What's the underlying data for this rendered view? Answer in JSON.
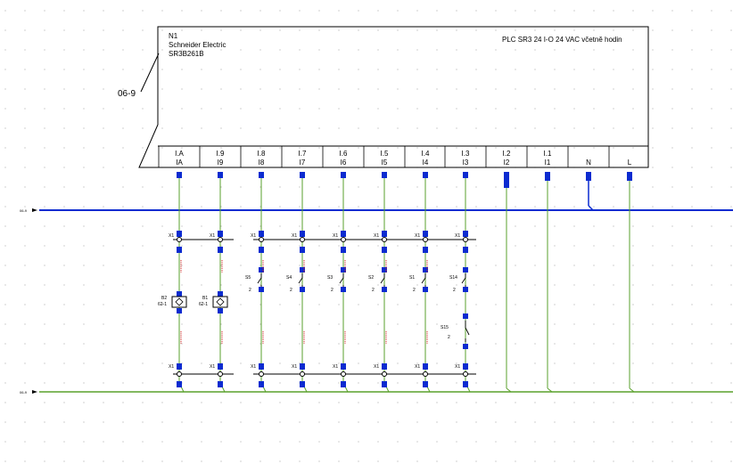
{
  "plc": {
    "ref": "N1",
    "maker": "Schneider Electric",
    "model": "SR3B261B",
    "desc": "PLC SR3 24 I-O 24 VAC  včetně hodin",
    "page_ref": "06-9"
  },
  "rails": {
    "top_label": "06-9",
    "bottom_label": "06-9"
  },
  "terminals": [
    {
      "top": "I.A",
      "bottom": "IA"
    },
    {
      "top": "I.9",
      "bottom": "I9"
    },
    {
      "top": "I.8",
      "bottom": "I8"
    },
    {
      "top": "I.7",
      "bottom": "I7"
    },
    {
      "top": "I.6",
      "bottom": "I6"
    },
    {
      "top": "I.5",
      "bottom": "I5"
    },
    {
      "top": "I.4",
      "bottom": "I4"
    },
    {
      "top": "I.3",
      "bottom": "I3"
    },
    {
      "top": "I.2",
      "bottom": "I2"
    },
    {
      "top": "I.1",
      "bottom": "I1"
    },
    {
      "top": "",
      "bottom": "N"
    },
    {
      "top": "",
      "bottom": "L"
    }
  ],
  "top_terminal_tags": [
    "X1",
    "X1",
    "X1",
    "X1",
    "X1",
    "X1",
    "X1",
    "X1"
  ],
  "bottom_terminal_tags": [
    "X1",
    "X1",
    "X1",
    "X1",
    "X1",
    "X1",
    "X1",
    "X1"
  ],
  "sensors": [
    {
      "ref": "B2",
      "sub": "62-1"
    },
    {
      "ref": "B1",
      "sub": "62-1"
    }
  ],
  "switches": [
    {
      "ref": "S5",
      "pin": "2"
    },
    {
      "ref": "S4",
      "pin": "2"
    },
    {
      "ref": "S3",
      "pin": "2"
    },
    {
      "ref": "S2",
      "pin": "2"
    },
    {
      "ref": "S1",
      "pin": "2"
    },
    {
      "ref": "S14",
      "pin": "2"
    }
  ],
  "switch_bottom": {
    "ref": "S15",
    "pin": "2"
  },
  "colors": {
    "frame": "#000000",
    "blue_rail": "#0b2bd0",
    "green_wire": "#5aa02c",
    "node": "#0b2bd0",
    "grid": "#b0b0b0",
    "wire_label": "#d02020"
  }
}
